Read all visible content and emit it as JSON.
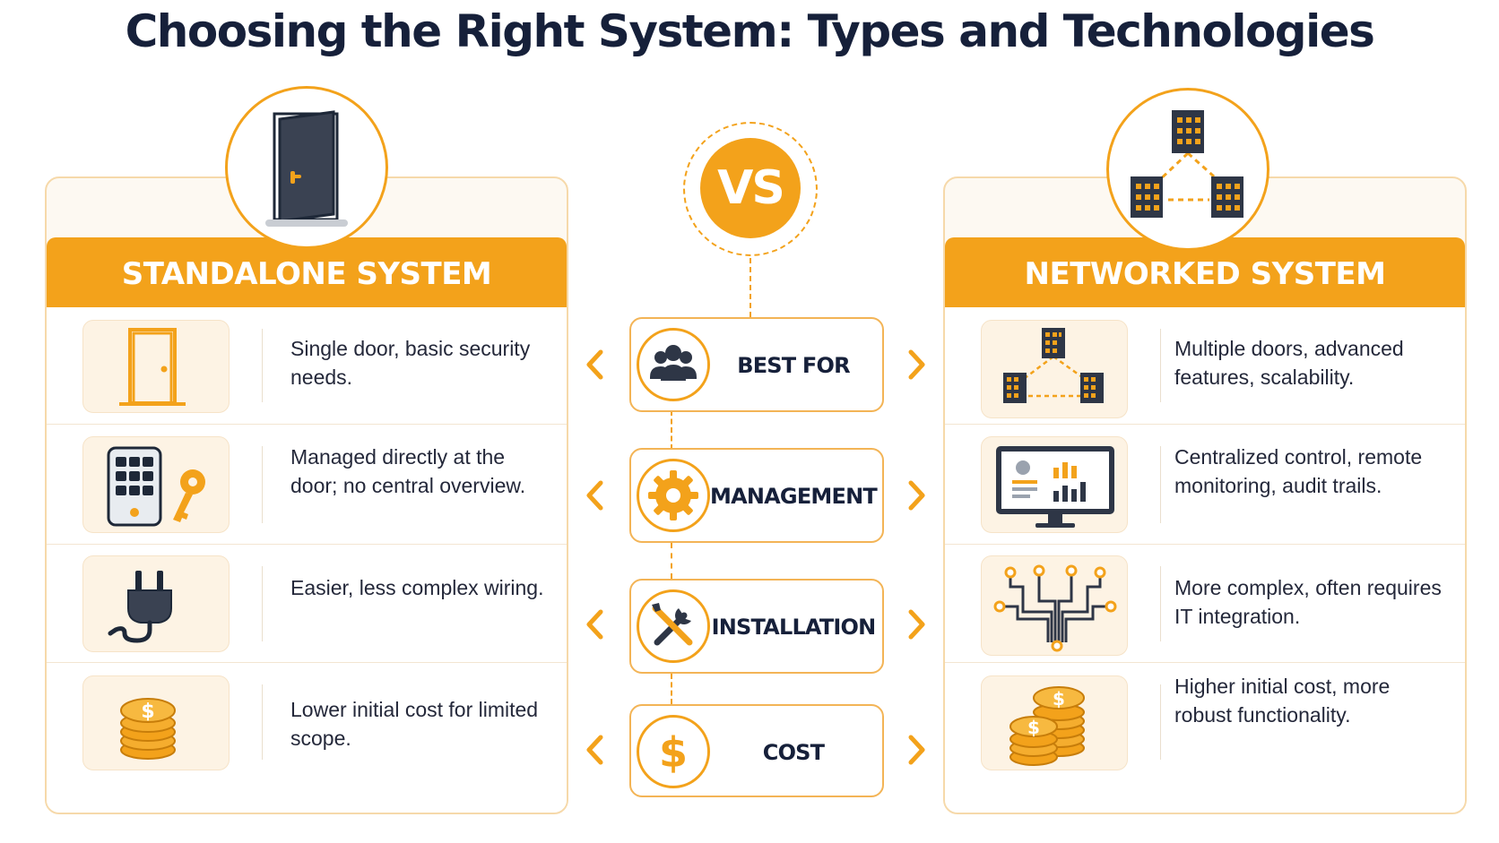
{
  "title": "Choosing the Right System: Types and Technologies",
  "colors": {
    "accent": "#f3a21b",
    "dark": "#16203a",
    "panel_bg": "#fdf9f2"
  },
  "vs_label": "VS",
  "standalone": {
    "header": "STANDALONE SYSTEM",
    "top_icon": "open-door-icon",
    "rows": [
      {
        "icon": "door-icon",
        "text": "Single door, basic security needs."
      },
      {
        "icon": "keypad-key-icon",
        "text": "Managed directly at the door; no central overview."
      },
      {
        "icon": "power-plug-icon",
        "text": "Easier, less complex wiring."
      },
      {
        "icon": "coin-stack-icon",
        "text": "Lower initial cost for limited scope."
      }
    ]
  },
  "networked": {
    "header": "NETWORKED SYSTEM",
    "top_icon": "connected-buildings-icon",
    "rows": [
      {
        "icon": "connected-buildings-icon",
        "text": "Multiple doors, advanced features, scalability."
      },
      {
        "icon": "monitor-dashboard-icon",
        "text": "Centralized control, remote monitoring, audit trails."
      },
      {
        "icon": "circuit-icon",
        "text": "More complex, often requires IT integration."
      },
      {
        "icon": "coin-stacks-icon",
        "text": "Higher initial cost, more robust functionality."
      }
    ]
  },
  "criteria": [
    {
      "icon": "people-icon",
      "label": "BEST FOR"
    },
    {
      "icon": "gear-icon",
      "label": "MANAGEMENT"
    },
    {
      "icon": "tools-icon",
      "label": "INSTALLATION"
    },
    {
      "icon": "dollar-icon",
      "label": "COST"
    }
  ]
}
